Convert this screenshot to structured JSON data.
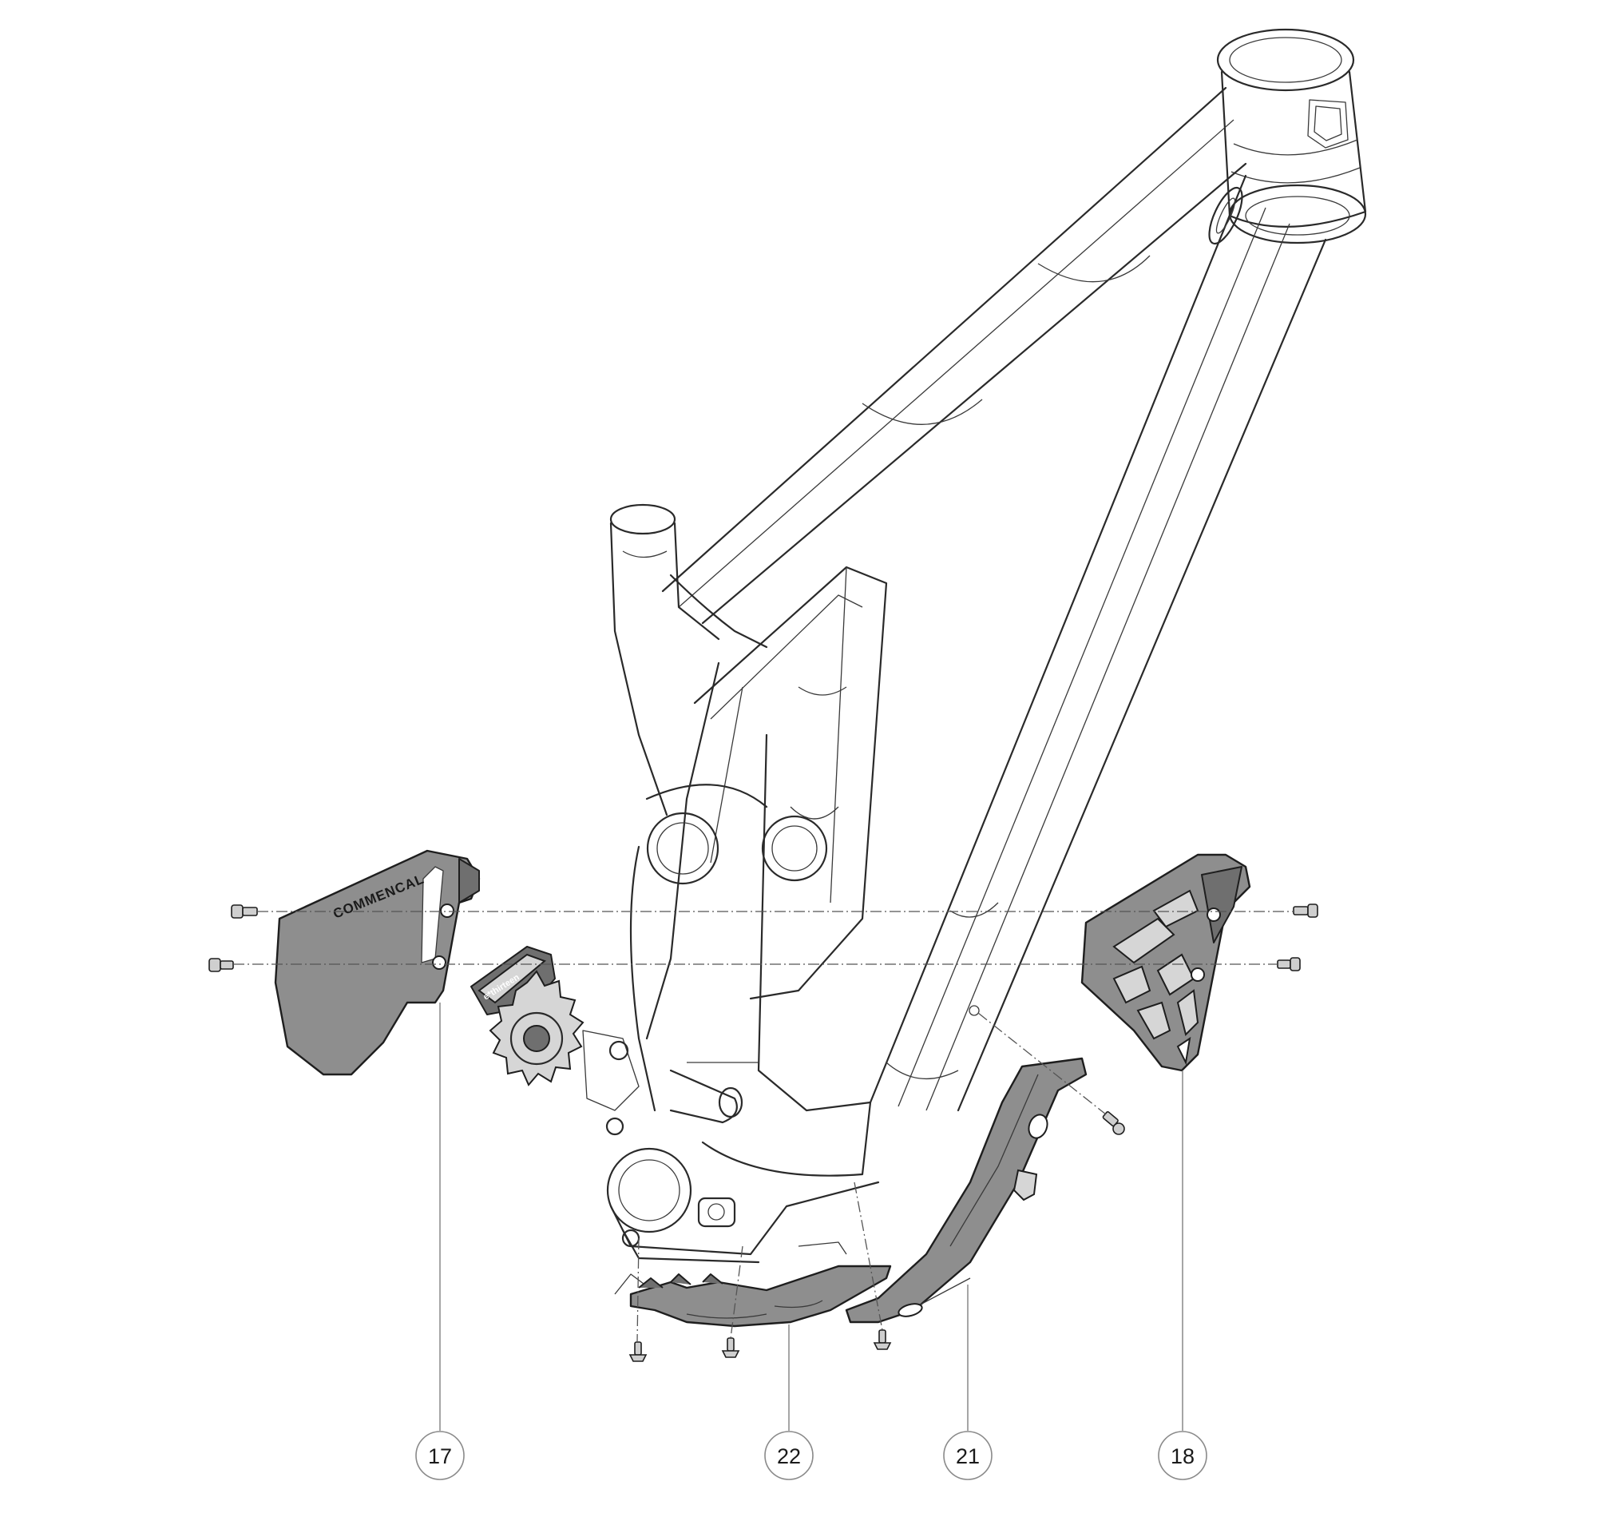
{
  "diagram": {
    "callouts": [
      {
        "id": "guide-left",
        "label": "17"
      },
      {
        "id": "skid-plate",
        "label": "22"
      },
      {
        "id": "downtube-guard",
        "label": "21"
      },
      {
        "id": "guide-right",
        "label": "18"
      }
    ],
    "logos": {
      "guide_left_brand": "COMMENCAL",
      "chain_guide_brand": "e*thirteen"
    },
    "colors": {
      "part_fill": "#8e8e8e",
      "outline": "#1e1e1e",
      "background": "#ffffff"
    }
  }
}
